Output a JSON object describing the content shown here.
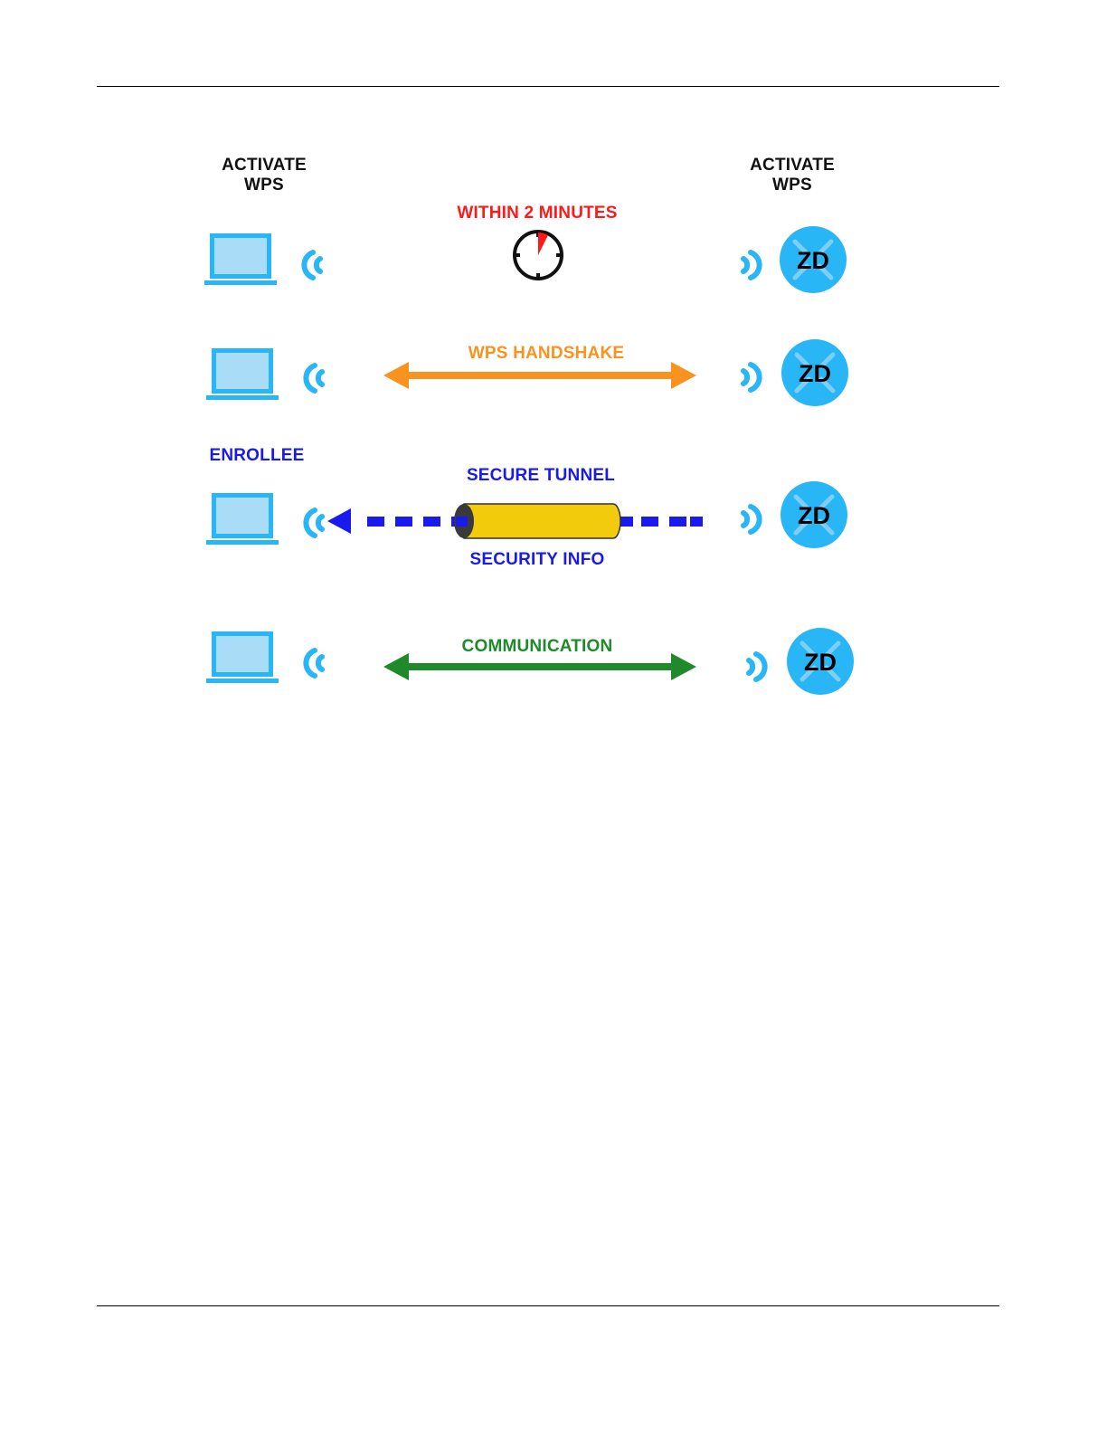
{
  "labels": {
    "left_activate_line1": "ACTIVATE",
    "left_activate_line2": "WPS",
    "right_activate_line1": "ACTIVATE",
    "right_activate_line2": "WPS",
    "within": "WITHIN 2 MINUTES",
    "handshake": "WPS HANDSHAKE",
    "enrollee": "ENROLLEE",
    "secure_tunnel": "SECURE TUNNEL",
    "security_info": "SECURITY INFO",
    "communication": "COMMUNICATION",
    "zd": "ZD"
  },
  "colors": {
    "device_blue": "#29b6f6",
    "laptop_screen": "#a9dcf7",
    "within": "#ff1a1a",
    "handshake": "#f7931e",
    "tunnel_text": "#1a1aee",
    "tunnel_body": "#f2cc0c",
    "communication": "#1f8a2a"
  },
  "icons": [
    "laptop-icon",
    "wifi-signal-icon",
    "stopwatch-icon",
    "access-point-icon"
  ]
}
